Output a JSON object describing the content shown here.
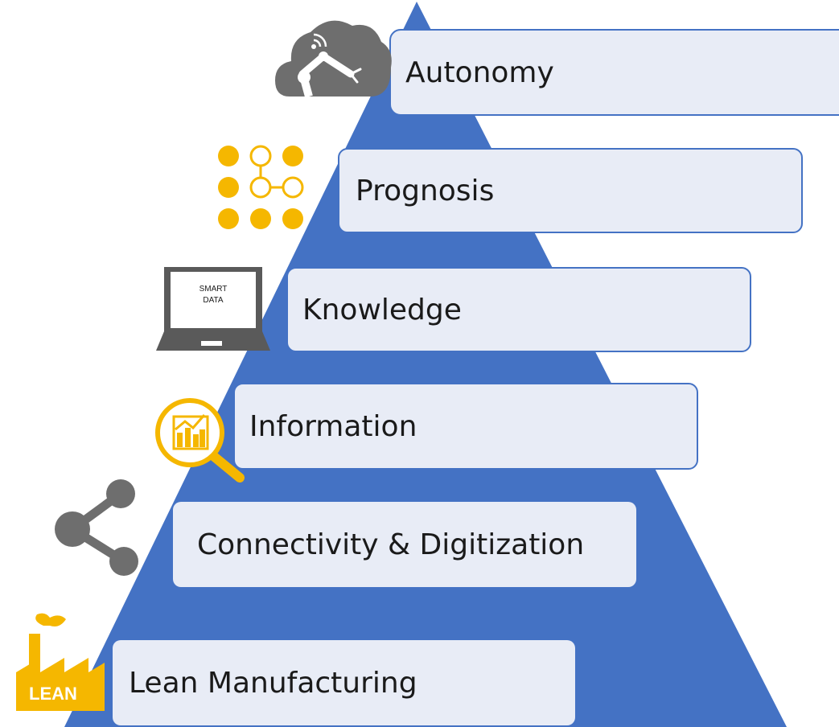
{
  "colors": {
    "pyramid": "#4472c4",
    "box_fill": "#e8ecf6",
    "box_border": "#4472c4",
    "accent_yellow": "#f5b700",
    "icon_gray": "#6e6e6e"
  },
  "levels": [
    {
      "label": "Autonomy",
      "icon": "robot-arm-cloud-icon"
    },
    {
      "label": "Prognosis",
      "icon": "dot-network-icon"
    },
    {
      "label": "Knowledge",
      "icon": "laptop-smart-data-icon"
    },
    {
      "label": "Information",
      "icon": "magnifier-chart-icon"
    },
    {
      "label": "Connectivity & Digitization",
      "icon": "share-network-icon"
    },
    {
      "label": "Lean Manufacturing",
      "icon": "lean-factory-icon"
    }
  ],
  "icons": {
    "laptop_screen_text_1": "SMART",
    "laptop_screen_text_2": "DATA",
    "factory_text": "LEAN"
  }
}
